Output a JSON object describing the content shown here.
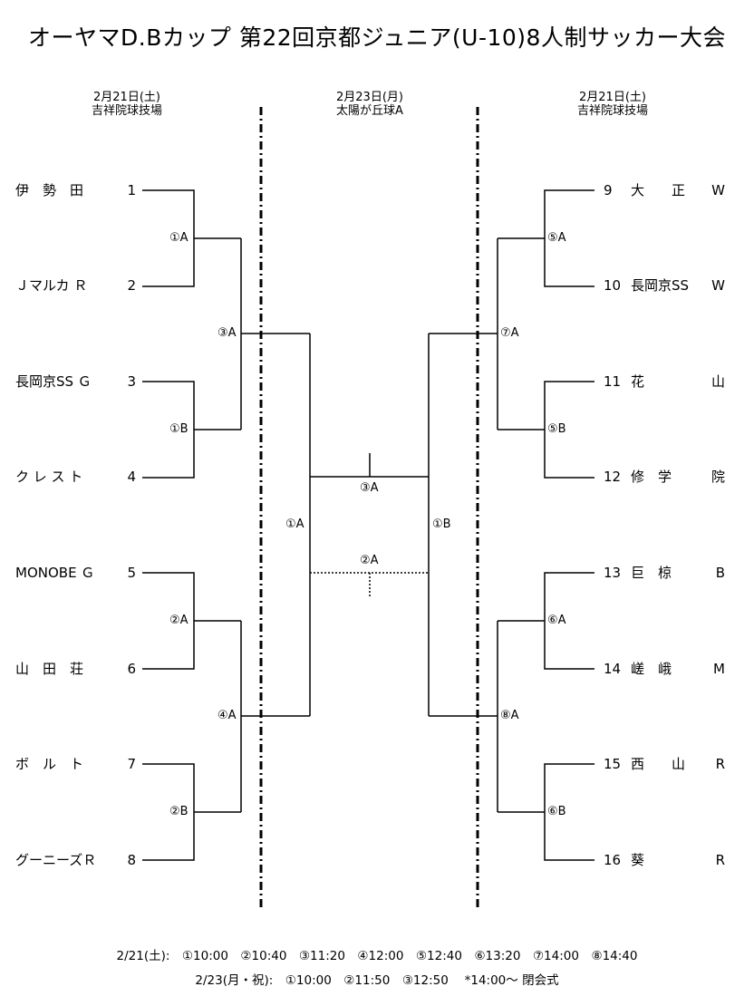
{
  "title": "オーヤマD.Bカップ 第22回京都ジュニア(U-10)8人制サッカー大会",
  "venues": {
    "left": {
      "date": "2月21日(土)",
      "place": "吉祥院球技場"
    },
    "center": {
      "date": "2月23日(月)",
      "place": "太陽が丘球A"
    },
    "right": {
      "date": "2月21日(土)",
      "place": "吉祥院球技場"
    }
  },
  "teams_left": [
    {
      "name": "伊　勢　田",
      "seed": "1"
    },
    {
      "name": "Ｊマルカ Ｒ",
      "seed": "2"
    },
    {
      "name": "長岡京SS Ｇ",
      "seed": "3"
    },
    {
      "name": "ク レ ス ト",
      "seed": "4"
    },
    {
      "name": "MONOBE Ｇ",
      "seed": "5"
    },
    {
      "name": "山　田　荘",
      "seed": "6"
    },
    {
      "name": "ボ　ル　ト",
      "seed": "7"
    },
    {
      "name": "グーニーズＲ",
      "seed": "8"
    }
  ],
  "teams_right": [
    {
      "seed": "9",
      "name": "大　　正",
      "suffix": "W"
    },
    {
      "seed": "10",
      "name": "長岡京SS",
      "suffix": "W"
    },
    {
      "seed": "11",
      "name": "花",
      "suffix": "山"
    },
    {
      "seed": "12",
      "name": "修　学",
      "suffix": "院"
    },
    {
      "seed": "13",
      "name": "巨　椋",
      "suffix": "B"
    },
    {
      "seed": "14",
      "name": "嵯　峨",
      "suffix": "M"
    },
    {
      "seed": "15",
      "name": "西　　山",
      "suffix": "R"
    },
    {
      "seed": "16",
      "name": "葵",
      "suffix": "R"
    }
  ],
  "match_labels": {
    "l_r1_a": "①A",
    "l_r1_b": "①B",
    "l_r1_c": "②A",
    "l_r1_d": "②B",
    "l_r2_a": "③A",
    "l_r2_b": "④A",
    "r_r1_a": "⑤A",
    "r_r1_b": "⑤B",
    "r_r1_c": "⑥A",
    "r_r1_d": "⑥B",
    "r_r2_a": "⑦A",
    "r_r2_b": "⑧A",
    "semi_left": "①A",
    "semi_right": "①B",
    "final": "③A",
    "third_place": "②A"
  },
  "schedule": {
    "line1": "2/21(土):　①10:00　②10:40　③11:20　④12:00　⑤12:40　⑥13:20　⑦14:00　⑧14:40",
    "line2": "2/23(月・祝):　①10:00　②11:50　③12:50　 *14:00～ 閉会式"
  },
  "colors": {
    "line": "#000000",
    "background": "#ffffff"
  }
}
